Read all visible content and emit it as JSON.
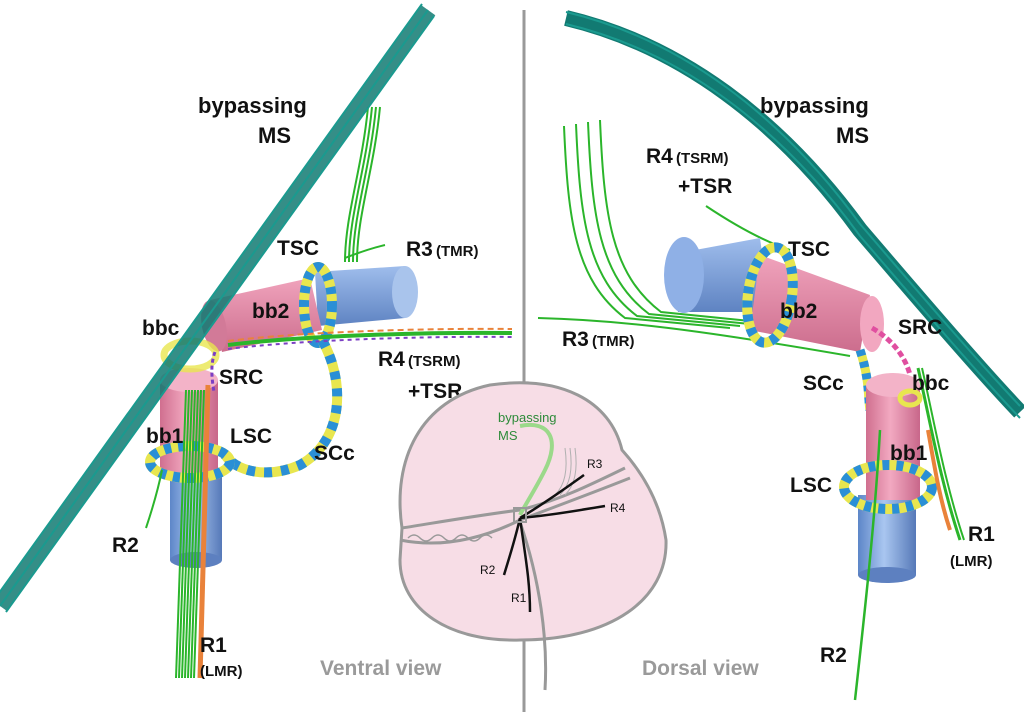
{
  "colors": {
    "muscle": "#127a72",
    "green": "#2bb52b",
    "pink": "#e98aa8",
    "blue": "#7ea6de",
    "stripe_yellow": "#e8e64f",
    "stripe_blue": "#2a8fd6",
    "orange": "#e9823a",
    "inset_fill": "#f7dde6"
  },
  "ventral": {
    "bypassing": "bypassing",
    "ms": "MS",
    "tsc": "TSC",
    "r3": "R3",
    "r3_sub": "(TMR)",
    "bb2": "bb2",
    "bbc": "bbc",
    "r4": "R4",
    "r4_sub": "(TSRM)",
    "tsr": "+TSR",
    "src": "SRC",
    "bb1": "bb1",
    "lsc": "LSC",
    "scc": "SCc",
    "r2": "R2",
    "r1": "R1",
    "r1_sub": "(LMR)",
    "view": "Ventral view"
  },
  "dorsal": {
    "bypassing": "bypassing",
    "ms": "MS",
    "r4": "R4",
    "r4_sub": "(TSRM)",
    "tsr": "+TSR",
    "tsc": "TSC",
    "r3": "R3",
    "r3_sub": "(TMR)",
    "bb2": "bb2",
    "src": "SRC",
    "scc": "SCc",
    "bbc": "bbc",
    "bb1": "bb1",
    "lsc": "LSC",
    "r1": "R1",
    "r1_sub": "(LMR)",
    "r2": "R2",
    "view": "Dorsal view"
  },
  "inset": {
    "bypassing": "bypassing",
    "ms": "MS",
    "r1": "R1",
    "r2": "R2",
    "r3": "R3",
    "r4": "R4"
  }
}
